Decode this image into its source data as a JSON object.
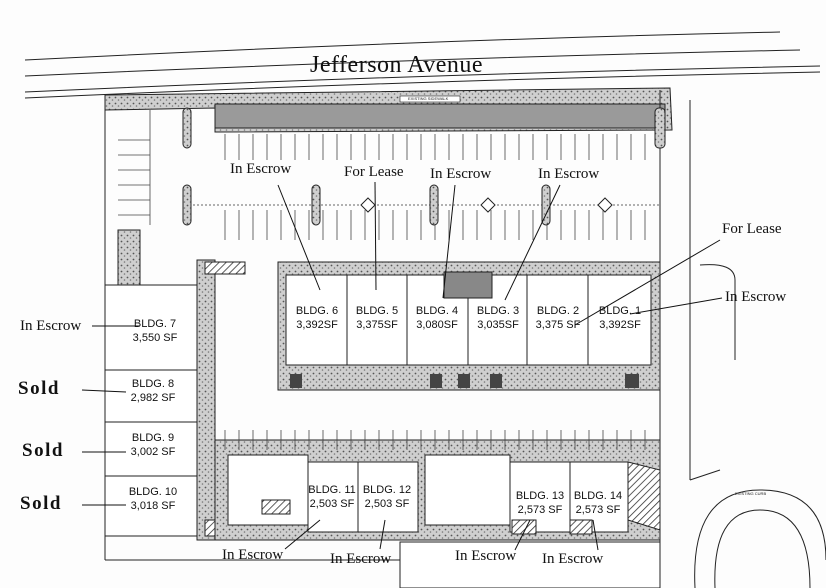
{
  "street": "Jefferson Avenue",
  "curb_note": "EXISTING SIDEWALK",
  "curb_note_right": "EXISTING CURB",
  "buildings": [
    {
      "id": "bldg1",
      "name": "BLDG. 1",
      "area": "3,392SF",
      "status": "In Escrow"
    },
    {
      "id": "bldg2",
      "name": "BLDG. 2",
      "area": "3,375 SF",
      "status": "For Lease"
    },
    {
      "id": "bldg3",
      "name": "BLDG. 3",
      "area": "3,035SF",
      "status": "In Escrow"
    },
    {
      "id": "bldg4",
      "name": "BLDG. 4",
      "area": "3,080SF",
      "status": "In Escrow"
    },
    {
      "id": "bldg5",
      "name": "BLDG. 5",
      "area": "3,375SF",
      "status": "For Lease"
    },
    {
      "id": "bldg6",
      "name": "BLDG. 6",
      "area": "3,392SF",
      "status": "In Escrow"
    },
    {
      "id": "bldg7",
      "name": "BLDG. 7",
      "area": "3,550 SF",
      "status": "In Escrow"
    },
    {
      "id": "bldg8",
      "name": "BLDG. 8",
      "area": "2,982 SF",
      "status": "Sold"
    },
    {
      "id": "bldg9",
      "name": "BLDG. 9",
      "area": "3,002 SF",
      "status": "Sold"
    },
    {
      "id": "bldg10",
      "name": "BLDG. 10",
      "area": "3,018 SF",
      "status": "Sold"
    },
    {
      "id": "bldg11",
      "name": "BLDG. 11",
      "area": "2,503 SF",
      "status": "In Escrow"
    },
    {
      "id": "bldg12",
      "name": "BLDG. 12",
      "area": "2,503 SF",
      "status": "In Escrow"
    },
    {
      "id": "bldg13",
      "name": "BLDG. 13",
      "area": "2,573 SF",
      "status": "In Escrow"
    },
    {
      "id": "bldg14",
      "name": "BLDG. 14",
      "area": "2,573 SF",
      "status": "In Escrow"
    }
  ]
}
